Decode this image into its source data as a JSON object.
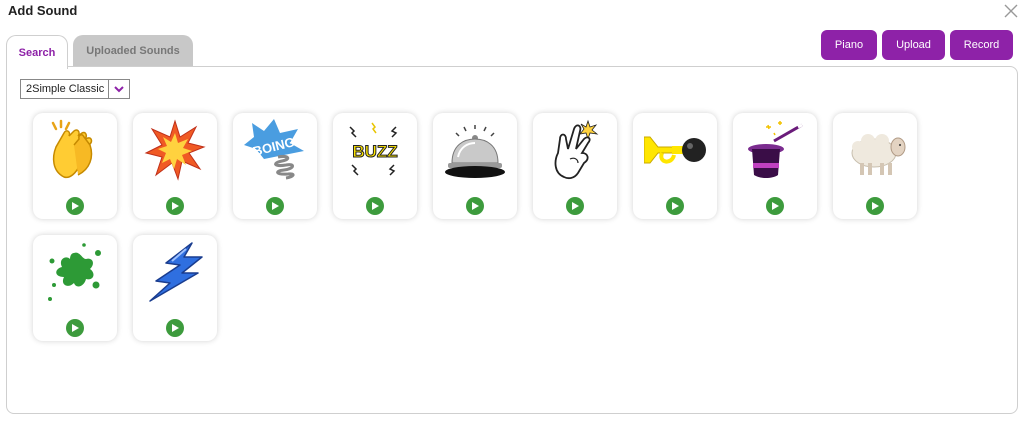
{
  "window": {
    "title": "Add Sound"
  },
  "tabs": [
    {
      "label": "Search",
      "active": true
    },
    {
      "label": "Uploaded Sounds",
      "active": false
    }
  ],
  "actions": {
    "piano": "Piano",
    "upload": "Upload",
    "record": "Record"
  },
  "library": {
    "selected": "2Simple Classic"
  },
  "sounds": [
    {
      "icon": "clapping-hands-icon"
    },
    {
      "icon": "explosion-icon"
    },
    {
      "icon": "boing-spring-icon",
      "label": "BOING"
    },
    {
      "icon": "buzz-icon",
      "label": "BUZZ"
    },
    {
      "icon": "service-bell-icon"
    },
    {
      "icon": "finger-snap-icon"
    },
    {
      "icon": "horn-icon"
    },
    {
      "icon": "magic-hat-icon"
    },
    {
      "icon": "sheep-icon"
    },
    {
      "icon": "splat-icon"
    },
    {
      "icon": "lightning-bolt-icon"
    }
  ],
  "colors": {
    "accent": "#8e22a8",
    "play": "#3d9b3d",
    "inactive_tab": "#c8c8c8"
  }
}
